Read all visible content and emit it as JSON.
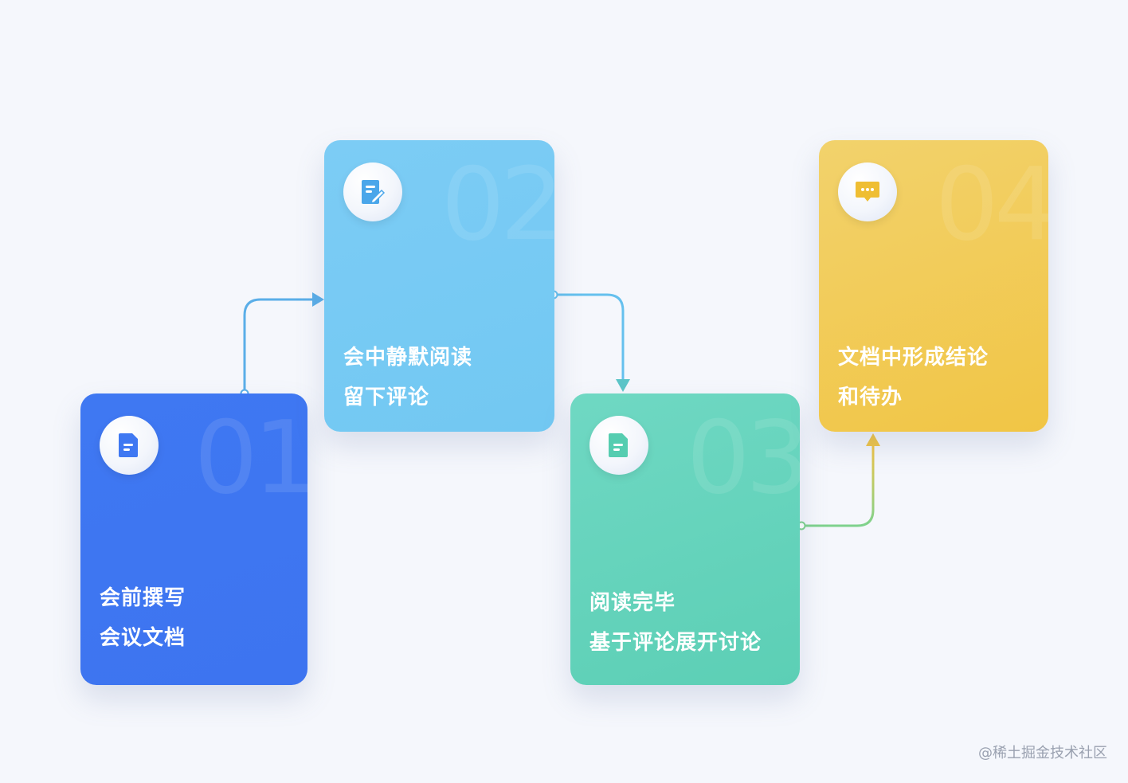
{
  "steps": [
    {
      "number": "01",
      "line1": "会前撰写",
      "line2": "会议文档",
      "icon": "document-icon",
      "color": "#3f78f2"
    },
    {
      "number": "02",
      "line1": "会中静默阅读",
      "line2": "留下评论",
      "icon": "edit-document-icon",
      "color": "#78cbf4"
    },
    {
      "number": "03",
      "line1": "阅读完毕",
      "line2": "基于评论展开讨论",
      "icon": "document-icon",
      "color": "#62d2b9"
    },
    {
      "number": "04",
      "line1": "文档中形成结论",
      "line2": "和待办",
      "icon": "comment-icon",
      "color": "#f1ca55"
    }
  ],
  "watermark": "@稀土掘金技术社区"
}
